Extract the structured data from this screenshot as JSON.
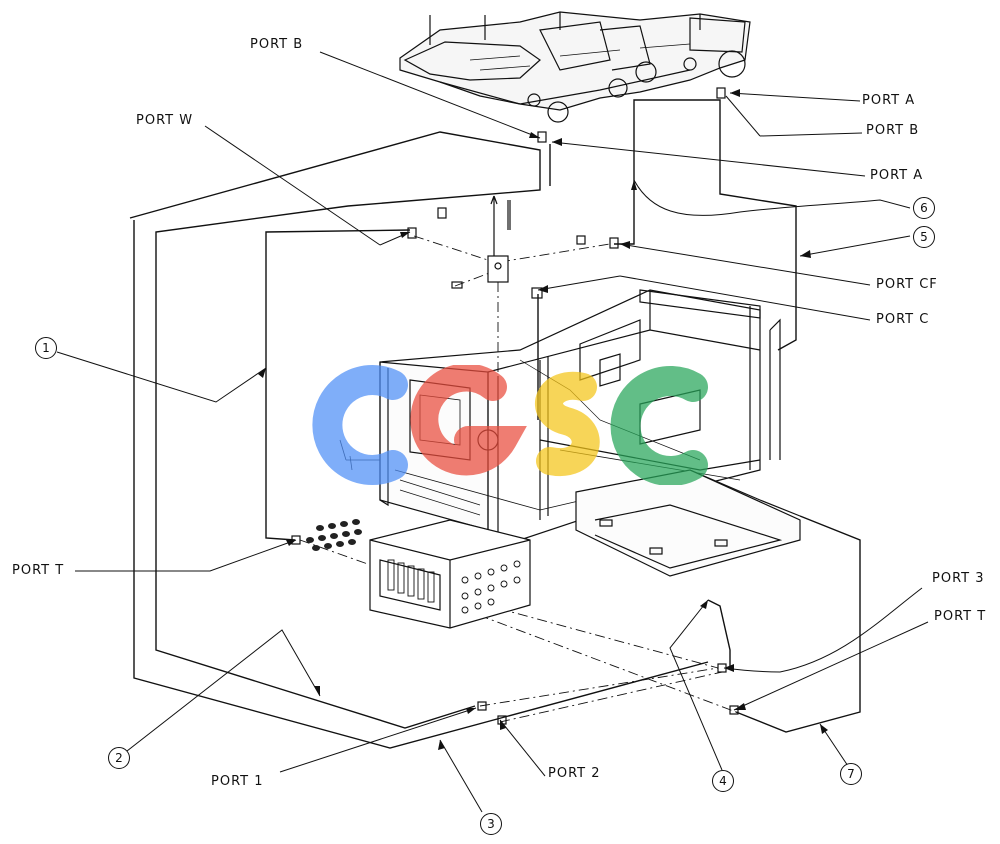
{
  "ports": {
    "port_b_top": "PORT B",
    "port_w": "PORT W",
    "port_a_right": "PORT A",
    "port_b_right": "PORT B",
    "port_a_mid": "PORT A",
    "port_cf": "PORT CF",
    "port_c": "PORT C",
    "port_t_left": "PORT T",
    "port_3": "PORT 3",
    "port_t_right": "PORT T",
    "port_1": "PORT 1",
    "port_2": "PORT 2"
  },
  "callouts": {
    "c1": "1",
    "c2": "2",
    "c3": "3",
    "c4": "4",
    "c5": "5",
    "c6": "6",
    "c7": "7"
  },
  "logo": {
    "text": "CGSC",
    "colors": [
      "#4f8ff7",
      "#ea4c3c",
      "#f5c518",
      "#27a65a"
    ]
  }
}
